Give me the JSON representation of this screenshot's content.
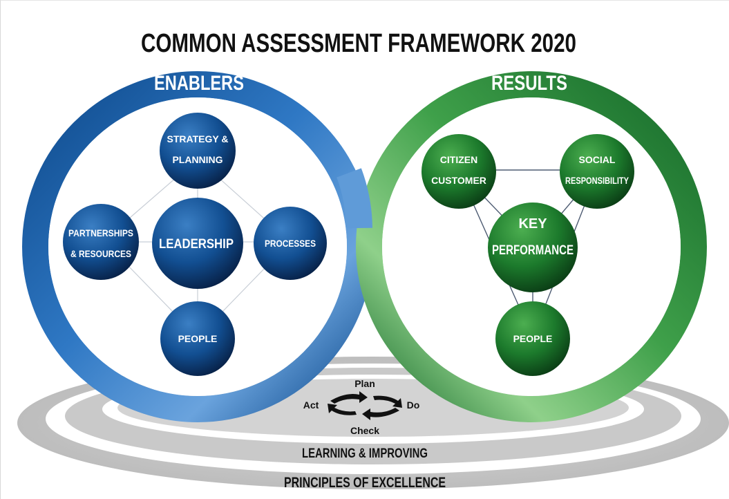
{
  "title": "COMMON ASSESSMENT FRAMEWORK 2020",
  "enablers": {
    "heading": "ENABLERS",
    "nodes": {
      "strategy": [
        "STRATEGY &",
        "PLANNING"
      ],
      "partnerships": [
        "PARTNERSHIPS",
        "& RESOURCES"
      ],
      "leadership": "LEADERSHIP",
      "processes": "PROCESSES",
      "people": "PEOPLE"
    }
  },
  "results": {
    "heading": "RESULTS",
    "nodes": {
      "citizen": [
        "CITIZEN",
        "CUSTOMER"
      ],
      "social": [
        "SOCIAL",
        "RESPONSIBILITY"
      ],
      "key_performance": [
        "KEY",
        "PERFORMANCE"
      ],
      "people": "PEOPLE"
    }
  },
  "pdca": {
    "plan": "Plan",
    "do": "Do",
    "check": "Check",
    "act": "Act"
  },
  "base": {
    "inner_label": "LEARNING & IMPROVING",
    "outer_label": "PRINCIPLES OF EXCELLENCE"
  },
  "colors": {
    "blue_dark": "#0d3d7a",
    "blue_light": "#6fa6dc",
    "green_dark": "#1a6a2c",
    "green_light": "#8fd08a",
    "gray_base": "#cfcfcf",
    "text_dark": "#111111"
  }
}
